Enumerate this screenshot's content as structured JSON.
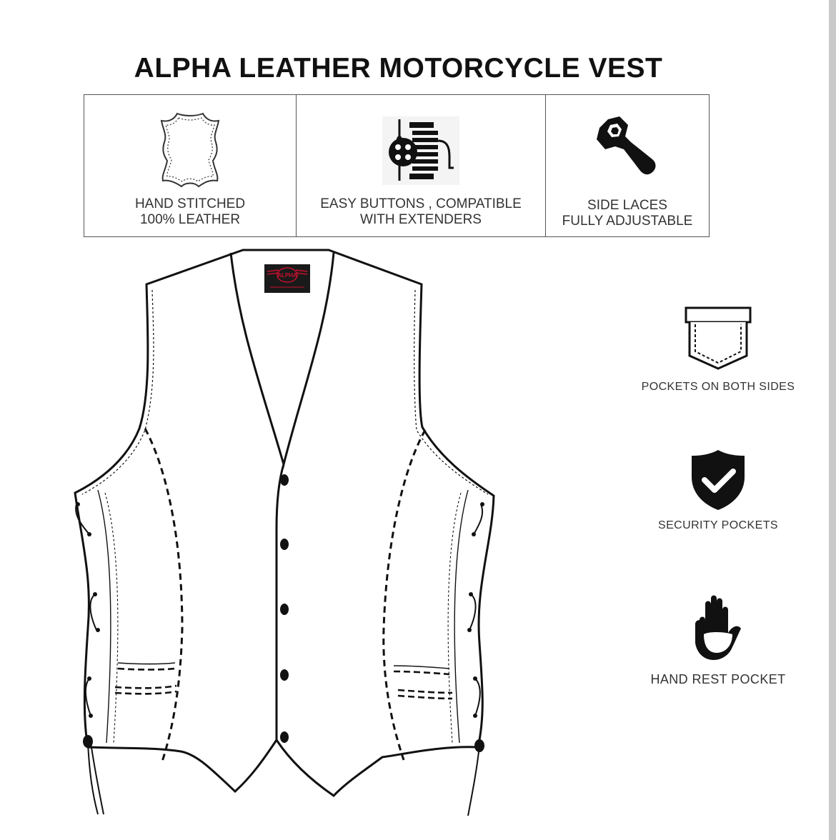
{
  "title": "ALPHA LEATHER MOTORCYCLE VEST",
  "features": [
    {
      "icon": "leather-hide-icon",
      "line1": "HAND STITCHED",
      "line2": "100% LEATHER"
    },
    {
      "icon": "sewing-button-icon",
      "line1": "EASY BUTTONS , COMPATIBLE",
      "line2": "WITH EXTENDERS"
    },
    {
      "icon": "wrench-icon",
      "line1": "SIDE LACES",
      "line2": "FULLY ADJUSTABLE"
    }
  ],
  "side_features": [
    {
      "icon": "pocket-icon",
      "label": "POCKETS ON BOTH SIDES"
    },
    {
      "icon": "shield-check-icon",
      "label": "SECURITY POCKETS"
    },
    {
      "icon": "hand-icon",
      "label": "HAND REST POCKET"
    }
  ],
  "vest": {
    "brand_label": "ALPHA",
    "button_count": 5
  },
  "colors": {
    "ink": "#111111",
    "label_red": "#c8102e",
    "label_bg": "#1a1a1a",
    "frame": "#555555"
  }
}
